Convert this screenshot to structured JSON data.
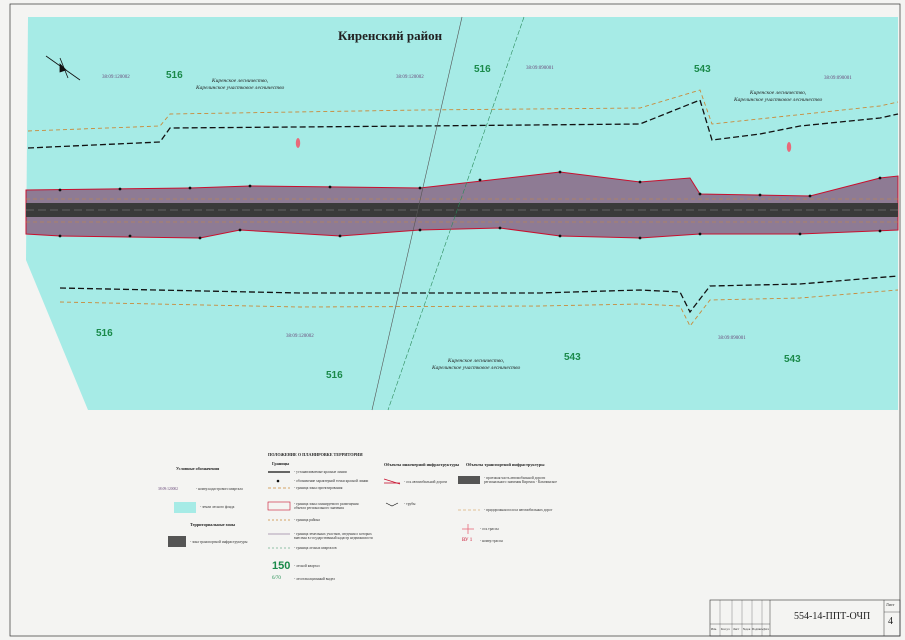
{
  "map": {
    "region_title": "Киренский район",
    "quarters": [
      {
        "id": "q1",
        "label": "516"
      },
      {
        "id": "q2",
        "label": "516"
      },
      {
        "id": "q3",
        "label": "543"
      },
      {
        "id": "q4",
        "label": "516"
      },
      {
        "id": "q5",
        "label": "516"
      },
      {
        "id": "q6",
        "label": "543"
      },
      {
        "id": "q7",
        "label": "543"
      }
    ],
    "cadastral": [
      {
        "id": "c1",
        "label": "38:09:120002"
      },
      {
        "id": "c2",
        "label": "38:09:120002"
      },
      {
        "id": "c3",
        "label": "38:09:090001"
      },
      {
        "id": "c4",
        "label": "38:09:090001"
      },
      {
        "id": "c5",
        "label": "38:09:120002"
      },
      {
        "id": "c6",
        "label": "38:09:090001"
      }
    ],
    "forestry": [
      {
        "id": "f1",
        "line1": "Киренское лесничество,",
        "line2": "Карелинское участковое лесничество"
      },
      {
        "id": "f2",
        "line1": "Киренское лесничество,",
        "line2": "Карелинское участковое лесничество"
      },
      {
        "id": "f3",
        "line1": "Киренское лесничество,",
        "line2": "Карелинское участковое лесничество"
      }
    ],
    "colors": {
      "forest": "#a6ebe6",
      "road_zone": "#8e7b94",
      "road": "#333333",
      "red_line": "#c8102e",
      "orange_dash": "#c98a3a",
      "quarter_text": "#1a8a4a"
    }
  },
  "legend": {
    "conventional_title": "Условные обозначения",
    "col1": [
      {
        "swatch": "38:09:120002",
        "text": "- номер кадастрового квартала"
      },
      {
        "text": "- земли лесного фонда"
      }
    ],
    "zones_title": "Территориальные зоны",
    "zone_item": "- зона транспортной инфраструктуры",
    "col2_title": "ПОЛОЖЕНИЕ О ПЛАНИРОВКЕ ТЕРРИТОРИИ",
    "col2_sub": "Границы",
    "col2": [
      "- устанавливаемые красные линии",
      "- обозначение характерной точки красной линии",
      "- граница зоны проектирования",
      "- граница зоны планируемого размещения объекта регионального значения",
      "- граница района",
      "- граница земельных участков, сведения о которых внесены в государственный кадастр недвижимости",
      "- граница лесных кварталов"
    ],
    "col2_q_sample": "150",
    "col2_q_text": "- лесной квартал",
    "col2_v_sample": "6/70",
    "col2_v_text": "- лесотаксационный выдел",
    "col3_title": "Объекты инженерной инфраструктуры",
    "col3": [
      "- ось автомобильной дороги",
      "- трубы"
    ],
    "col4_title": "Объекты транспортной инфраструктуры",
    "col4": [
      "- проезжая часть автомобильной дороги регионального значения Киренск - Казачинское",
      "- придорожная полоса автомобильных дорог",
      "- ось трассы",
      "- номер трассы"
    ],
    "col4_mark": "ВУ 1"
  },
  "stamp": {
    "code": "554-14-ППТ-ОЧП",
    "sheet_label": "Лист",
    "sheet_no": "4",
    "cols": [
      "Изм.",
      "Кол.уч",
      "Лист",
      "№док",
      "Подпись",
      "Дата"
    ]
  }
}
